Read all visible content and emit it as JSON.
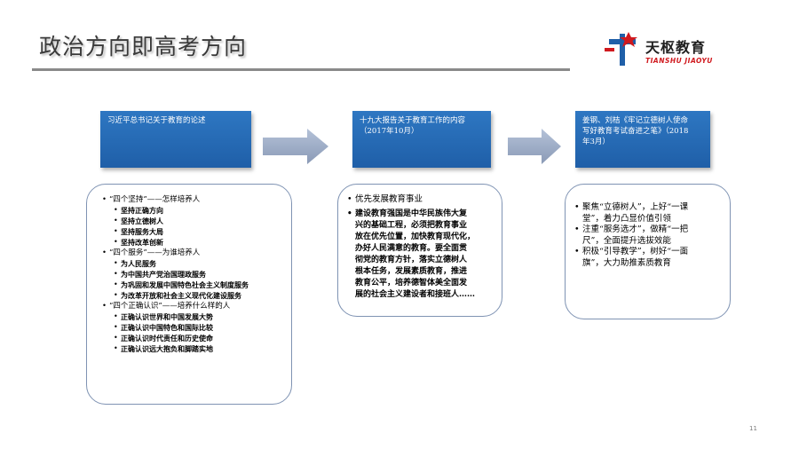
{
  "page": {
    "title": "政治方向即高考方向",
    "page_number": "11"
  },
  "logo": {
    "name": "天枢教育",
    "subtitle": "TIANSHU JIAOYU"
  },
  "colors": {
    "header_box": "#1f5fa8",
    "arrow": "#9aaac4",
    "box_border": "#7f93b3",
    "logo_red": "#d0191e",
    "logo_blue": "#1f5fa8"
  },
  "columns": [
    {
      "header_lines": [
        "习近平总书记关于教育的论述"
      ]
    },
    {
      "header_lines": [
        "十九大报告关于教育工作的内容",
        "（2017年10月）"
      ],
      "items": [
        {
          "lines": [
            "优先发展教育事业"
          ]
        },
        {
          "lines": [
            "建设教育强国是中华民族伟大复",
            "兴的基础工程，必须把教育事业",
            "放在优先位置，加快教育现代化，",
            "办好人民满意的教育。要全面贯",
            "彻党的教育方针，落实立德树人",
            "根本任务，发展素质教育，推进",
            "教育公平，培养德智体美全面发",
            "展的社会主义建设者和接班人……"
          ]
        }
      ]
    },
    {
      "header_lines": [
        "姜钢、刘桔《牢记立德树人使命",
        "写好教育考试奋进之笔》（2018",
        "年3月）"
      ],
      "items": [
        {
          "lines": [
            "聚焦“立德树人”，上好“一课",
            "堂”，着力凸显价值引领"
          ]
        },
        {
          "lines": [
            "注重“服务选才”，做精“一把",
            "尺”，全面提升选拔效能"
          ]
        },
        {
          "lines": [
            "积极“引导教学”，树好“一面",
            "旗”，大力助推素质教育"
          ]
        }
      ]
    }
  ],
  "left_list": [
    {
      "text": "“四个坚持”——怎样培养人",
      "sub": [
        "坚持正确方向",
        "坚持立德树人",
        "坚持服务大局",
        "坚持改革创新"
      ]
    },
    {
      "text": "“四个服务”——为谁培养人",
      "sub": [
        "为人民服务",
        "为中国共产党治国理政服务",
        "为巩固和发展中国特色社会主义制度服务",
        "为改革开放和社会主义现代化建设服务"
      ]
    },
    {
      "text": "“四个正确认识”——培养什么样的人",
      "sub": [
        "正确认识世界和中国发展大势",
        "正确认识中国特色和国际比较",
        "正确认识时代责任和历史使命",
        "正确认识远大抱负和脚踏实地"
      ]
    }
  ]
}
